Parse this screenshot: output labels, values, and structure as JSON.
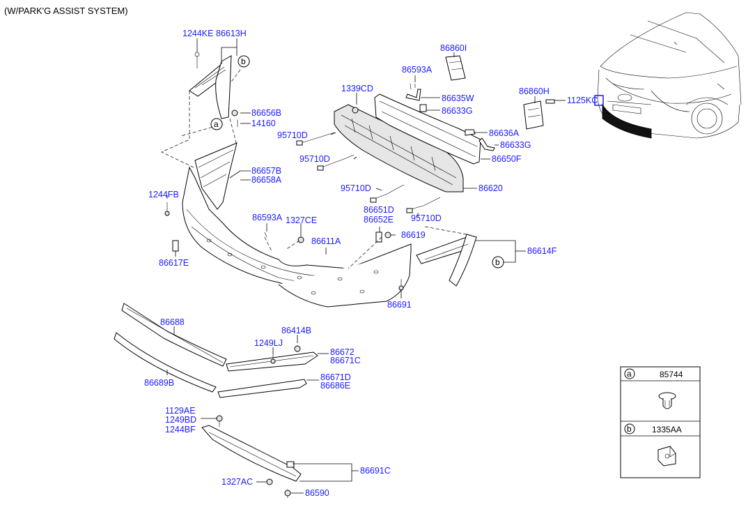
{
  "header": "(W/PARK'G ASSIST SYSTEM)",
  "part_numbers": {
    "p1244KE": "1244KE",
    "p86613H": "86613H",
    "p86656B": "86656B",
    "p14160": "14160",
    "p86657B": "86657B",
    "p86658A": "86658A",
    "p1244FB": "1244FB",
    "p86617E": "86617E",
    "p86593A_1": "86593A",
    "p1327CE": "1327CE",
    "p86611A": "86611A",
    "p86593A_2": "86593A",
    "p86635W": "86635W",
    "p86633G_1": "86633G",
    "p86636A": "86636A",
    "p86633G_2": "86633G",
    "p86650F": "86650F",
    "p1339CD": "1339CD",
    "p95710D_1": "95710D",
    "p95710D_2": "95710D",
    "p95710D_3": "95710D",
    "p95710D_4": "95710D",
    "p86620": "86620",
    "p86860I": "86860I",
    "p86860H": "86860H",
    "p1125KC": "1125KC",
    "p86651D": "86651D",
    "p86652E": "86652E",
    "p86619": "86619",
    "p86614F": "86614F",
    "p86691": "86691",
    "p86688": "86688",
    "p86689B": "86689B",
    "p86414B": "86414B",
    "p1249LJ": "1249LJ",
    "p86672": "86672",
    "p86671C": "86671C",
    "p86671D": "86671D",
    "p86686E": "86686E",
    "p1129AE": "1129AE",
    "p1249BD": "1249BD",
    "p1244BF": "1244BF",
    "p86691C": "86691C",
    "p1327AC": "1327AC",
    "p86590": "86590"
  },
  "callouts": {
    "a": "a",
    "b": "b"
  },
  "legend": {
    "a_letter": "a",
    "a_part": "85744",
    "b_letter": "b",
    "b_part": "1335AA"
  }
}
